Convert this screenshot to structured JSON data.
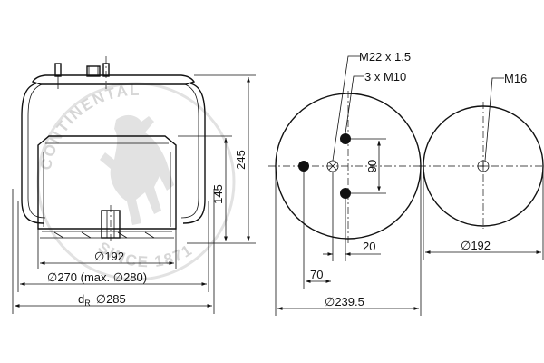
{
  "watermark": {
    "top_text": "CONTINENTAL",
    "bottom_text": "SINCE 1871",
    "icon": "rearing-horse-icon"
  },
  "side_view": {
    "dim_height_total": "245",
    "dim_height_piston": "145",
    "dim_piston_dia": "192",
    "dim_bellow_dia": "270 (max. ",
    "dim_bellow_dia_max": "280)",
    "dim_dr_label": "d",
    "dim_dr_sub": "R",
    "dim_dr_value": "285",
    "dia_symbol": "∅"
  },
  "top_plate": {
    "label_thread_main": "M22 x 1.5",
    "label_thread_bolts": "3 x M10",
    "dim_bolt_spacing": "90",
    "dim_offset_20": "20",
    "dim_offset_70": "70",
    "dim_plate_dia": "239.5"
  },
  "bottom_plate": {
    "label_thread": "M16",
    "dim_plate_dia": "192"
  }
}
